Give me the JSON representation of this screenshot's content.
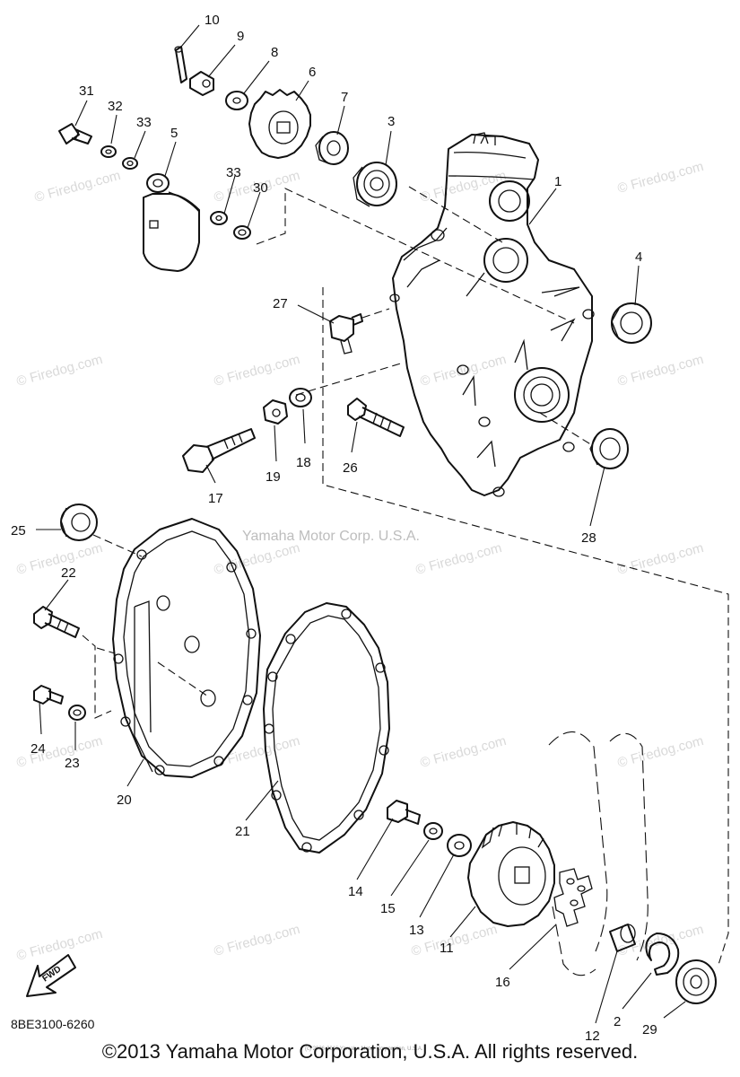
{
  "watermarks": {
    "firedog": "© Firedog.com",
    "brand": "Yamaha Motor Corp. U.S.A.",
    "fine_print": "(c) 2006-2016 Yamaha Motor Corporation, U.S.A."
  },
  "diagram_code": "8BE3100-6260",
  "fwd_label": "FWD",
  "copyright": "©2013 Yamaha Motor Corporation, U.S.A. All rights reserved.",
  "callouts": {
    "p1": "1",
    "p2": "2",
    "p3": "3",
    "p4": "4",
    "p5": "5",
    "p6": "6",
    "p7": "7",
    "p8": "8",
    "p9": "9",
    "p10": "10",
    "p11": "11",
    "p12": "12",
    "p13": "13",
    "p14": "14",
    "p15": "15",
    "p16": "16",
    "p17": "17",
    "p18": "18",
    "p19": "19",
    "p20": "20",
    "p21": "21",
    "p22": "22",
    "p23": "23",
    "p24": "24",
    "p25": "25",
    "p26": "26",
    "p27": "27",
    "p28": "28",
    "p29": "29",
    "p30": "30",
    "p31": "31",
    "p32": "32",
    "p33a": "33",
    "p33b": "33"
  }
}
